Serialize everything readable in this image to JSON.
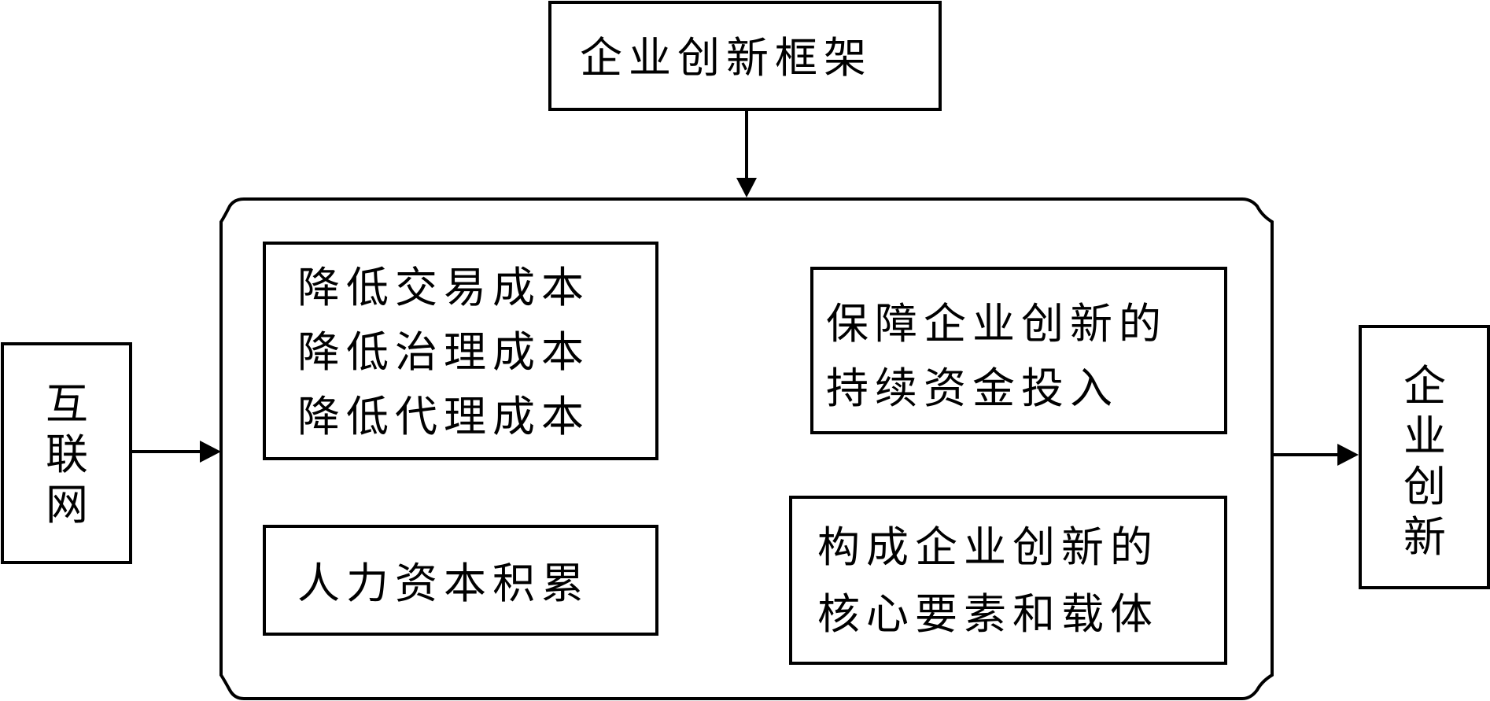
{
  "framework": {
    "title": "企业创新框架"
  },
  "input": {
    "chars": [
      "互",
      "联",
      "网"
    ]
  },
  "output": {
    "chars": [
      "企",
      "业",
      "创",
      "新"
    ]
  },
  "container": {
    "cost_box": {
      "lines": [
        "降低交易成本",
        "降低治理成本",
        "降低代理成本"
      ]
    },
    "human_capital_box": {
      "label": "人力资本积累"
    },
    "funding_box": {
      "lines": [
        "保障企业创新的",
        "持续资金投入"
      ]
    },
    "core_box": {
      "lines": [
        "构成企业创新的",
        "核心要素和载体"
      ]
    }
  }
}
